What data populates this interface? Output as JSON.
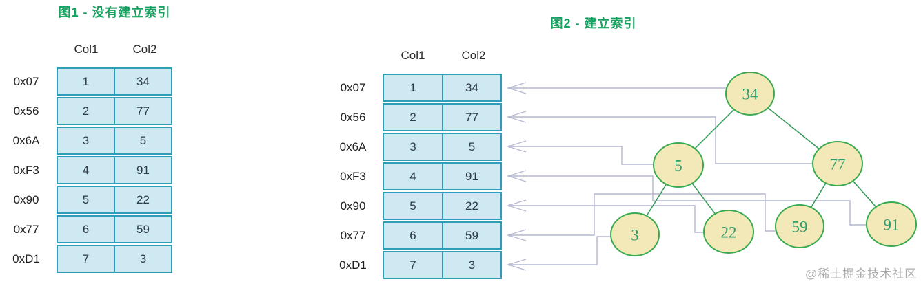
{
  "figure1": {
    "title": "图1 - 没有建立索引",
    "columns": [
      "Col1",
      "Col2"
    ],
    "rows": [
      {
        "addr": "0x07",
        "col1": "1",
        "col2": "34"
      },
      {
        "addr": "0x56",
        "col1": "2",
        "col2": "77"
      },
      {
        "addr": "0x6A",
        "col1": "3",
        "col2": "5"
      },
      {
        "addr": "0xF3",
        "col1": "4",
        "col2": "91"
      },
      {
        "addr": "0x90",
        "col1": "5",
        "col2": "22"
      },
      {
        "addr": "0x77",
        "col1": "6",
        "col2": "59"
      },
      {
        "addr": "0xD1",
        "col1": "7",
        "col2": "3"
      }
    ]
  },
  "figure2": {
    "title": "图2 - 建立索引",
    "columns": [
      "Col1",
      "Col2"
    ],
    "rows": [
      {
        "addr": "0x07",
        "col1": "1",
        "col2": "34"
      },
      {
        "addr": "0x56",
        "col1": "2",
        "col2": "77"
      },
      {
        "addr": "0x6A",
        "col1": "3",
        "col2": "5"
      },
      {
        "addr": "0xF3",
        "col1": "4",
        "col2": "91"
      },
      {
        "addr": "0x90",
        "col1": "5",
        "col2": "22"
      },
      {
        "addr": "0x77",
        "col1": "6",
        "col2": "59"
      },
      {
        "addr": "0xD1",
        "col1": "7",
        "col2": "3"
      }
    ],
    "tree": {
      "nodes": [
        {
          "value": "34",
          "parent": null
        },
        {
          "value": "5",
          "parent": "34"
        },
        {
          "value": "77",
          "parent": "34"
        },
        {
          "value": "3",
          "parent": "5"
        },
        {
          "value": "22",
          "parent": "5"
        },
        {
          "value": "59",
          "parent": "77"
        },
        {
          "value": "91",
          "parent": "77"
        }
      ],
      "pointers": [
        {
          "node": "34",
          "row": "0x07"
        },
        {
          "node": "77",
          "row": "0x56"
        },
        {
          "node": "5",
          "row": "0x6A"
        },
        {
          "node": "91",
          "row": "0xF3"
        },
        {
          "node": "22",
          "row": "0x90"
        },
        {
          "node": "59",
          "row": "0x77"
        },
        {
          "node": "3",
          "row": "0xD1"
        }
      ]
    }
  },
  "watermark": "@稀土掘金技术社区",
  "colors": {
    "title_green": "#15a15f",
    "cell_fill": "#cfe9f2",
    "cell_border": "#2d9db8",
    "node_fill": "#f2e8b8",
    "node_border": "#3aaa4e",
    "node_text": "#2f9c6e",
    "tree_edge": "#379b5b",
    "connector_gray": "#b4b6cf"
  }
}
